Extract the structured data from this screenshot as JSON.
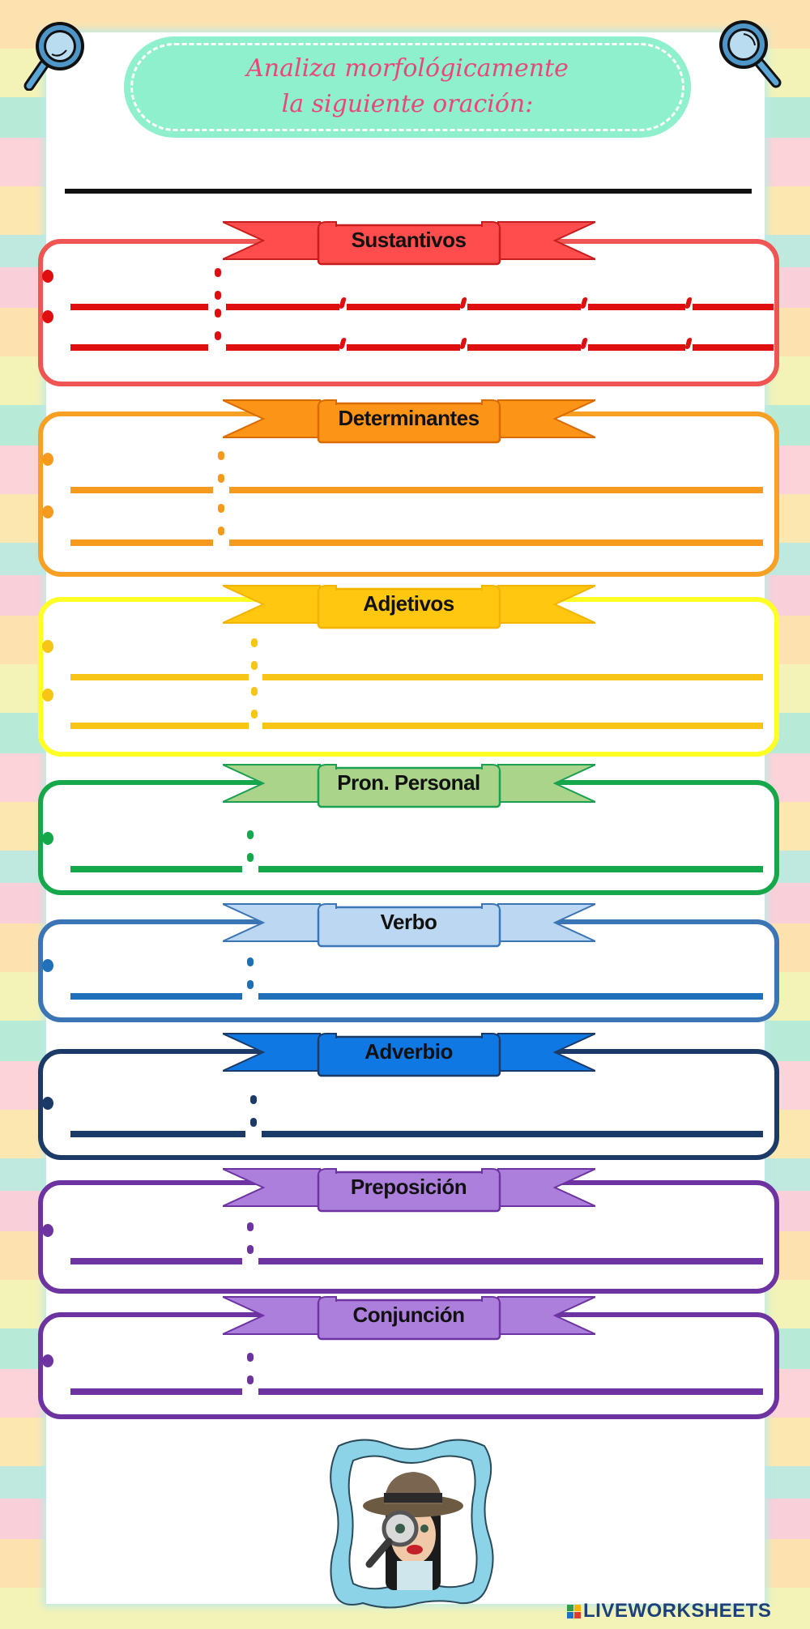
{
  "title": {
    "line1": "Analiza morfológicamente",
    "line2": "la siguiente oración:",
    "color": "#e8477c",
    "pill_color": "#8ff0cd"
  },
  "sentence": {
    "value": ""
  },
  "sections": [
    {
      "label": "Sustantivos",
      "box_color": "#ef5552",
      "ribbon_fill": "#ff4d4d",
      "ribbon_stroke": "#c81d1d",
      "line_color": "#e00f0f",
      "rows": 2,
      "slots_per_row": 6
    },
    {
      "label": "Determinantes",
      "box_color": "#f8a024",
      "ribbon_fill": "#fb9417",
      "ribbon_stroke": "#d96b00",
      "line_color": "#f69a1e",
      "rows": 2,
      "slots_per_row": 1
    },
    {
      "label": "Adjetivos",
      "box_color": "#ffff25",
      "ribbon_fill": "#ffc70f",
      "ribbon_stroke": "#f2b400",
      "line_color": "#f7c515",
      "rows": 2,
      "slots_per_row": 1
    },
    {
      "label": "Pron. Personal",
      "box_color": "#14a84a",
      "ribbon_fill": "#a9d48a",
      "ribbon_stroke": "#1aa050",
      "line_color": "#14a84a",
      "rows": 1,
      "slots_per_row": 1
    },
    {
      "label": "Verbo",
      "box_color": "#3b75b6",
      "ribbon_fill": "#bcd7f1",
      "ribbon_stroke": "#3b75b6",
      "line_color": "#1f6fb9",
      "rows": 1,
      "slots_per_row": 1
    },
    {
      "label": "Adverbio",
      "box_color": "#1c3a68",
      "ribbon_fill": "#0f78e2",
      "ribbon_stroke": "#1c3a68",
      "line_color": "#1c3a68",
      "rows": 1,
      "slots_per_row": 1
    },
    {
      "label": "Preposición",
      "box_color": "#6c33a1",
      "ribbon_fill": "#ad7fdd",
      "ribbon_stroke": "#6c33a1",
      "line_color": "#6c33a1",
      "rows": 1,
      "slots_per_row": 1
    },
    {
      "label": "Conjunción",
      "box_color": "#6c33a1",
      "ribbon_fill": "#ad7fdd",
      "ribbon_stroke": "#6c33a1",
      "line_color": "#6c33a1",
      "rows": 1,
      "slots_per_row": 1
    }
  ],
  "icons": {
    "top_left": "magnifying-glass-icon",
    "top_right": "magnifying-glass-icon",
    "bottom": "detective-avatar"
  },
  "watermark": {
    "text": "LIVEWORKSHEETS"
  }
}
